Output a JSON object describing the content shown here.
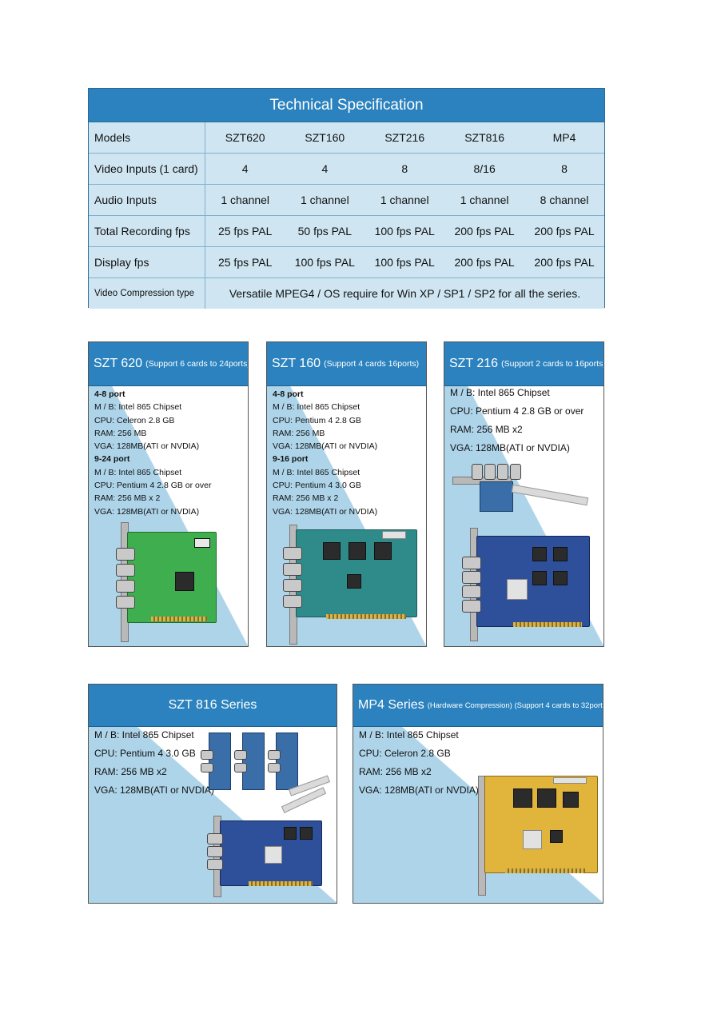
{
  "spec_table": {
    "title": "Technical Specification",
    "rows": [
      {
        "label": "Models",
        "values": [
          "SZT620",
          "SZT160",
          "SZT216",
          "SZT816",
          "MP4"
        ]
      },
      {
        "label": "Video Inputs (1 card)",
        "values": [
          "4",
          "4",
          "8",
          "8/16",
          "8"
        ]
      },
      {
        "label": "Audio Inputs",
        "values": [
          "1 channel",
          "1 channel",
          "1 channel",
          "1 channel",
          "8 channel"
        ]
      },
      {
        "label": "Total Recording fps",
        "values": [
          "25 fps PAL",
          "50 fps PAL",
          "100 fps PAL",
          "200 fps PAL",
          "200 fps PAL"
        ]
      },
      {
        "label": "Display fps",
        "values": [
          "25 fps PAL",
          "100 fps PAL",
          "100 fps PAL",
          "200 fps PAL",
          "200 fps PAL"
        ]
      }
    ],
    "compression": {
      "label": "Video Compression type",
      "value": "Versatile MPEG4 / OS require for Win XP / SP1 / SP2 for all the series."
    }
  },
  "panels": {
    "szt620": {
      "title": "SZT 620",
      "subtitle": "(Support 6 cards to 24ports)",
      "group1": {
        "heading": "4-8 port",
        "lines": [
          "M / B: Intel 865 Chipset",
          "CPU: Celeron 2.8 GB",
          "RAM: 256 MB",
          "VGA: 128MB(ATI or NVDIA)"
        ]
      },
      "group2": {
        "heading": "9-24 port",
        "lines": [
          "M / B: Intel 865 Chipset",
          "CPU: Pentium 4 2.8 GB or over",
          "RAM: 256 MB x 2",
          "VGA: 128MB(ATI or NVDIA)"
        ]
      }
    },
    "szt160": {
      "title": "SZT 160",
      "subtitle": "(Support 4 cards 16ports)",
      "group1": {
        "heading": "4-8 port",
        "lines": [
          "M / B: Intel 865 Chipset",
          "CPU: Pentium 4 2.8 GB",
          "RAM: 256 MB",
          "VGA: 128MB(ATI or NVDIA)"
        ]
      },
      "group2": {
        "heading": "9-16 port",
        "lines": [
          "M / B: Intel 865 Chipset",
          "CPU: Pentium 4 3.0 GB",
          "RAM: 256 MB x 2",
          "VGA: 128MB(ATI or NVDIA)"
        ]
      }
    },
    "szt216": {
      "title": "SZT 216",
      "subtitle": "(Support 2 cards to 16ports)",
      "lines": [
        "M / B: Intel 865 Chipset",
        "CPU: Pentium 4 2.8 GB or over",
        "RAM: 256 MB x2",
        "VGA: 128MB(ATI or NVDIA)"
      ]
    },
    "szt816": {
      "title": "SZT 816 Series",
      "lines": [
        "M / B: Intel 865 Chipset",
        "CPU: Pentium 4 3.0 GB",
        "RAM: 256 MB x2",
        "VGA: 128MB(ATI or NVDIA)"
      ]
    },
    "mp4": {
      "title": "MP4 Series",
      "subtitle": "(Hardware Compression) (Support 4 cards to 32ports)",
      "lines": [
        "M / B: Intel 865 Chipset",
        "CPU: Celeron 2.8 GB",
        "RAM: 256 MB x2",
        "VGA: 128MB(ATI or NVDIA)"
      ]
    }
  },
  "colors": {
    "header_blue": "#2b82be",
    "table_bg": "#cfe6f2",
    "panel_diagonal": "#aed4e9",
    "pcb_green": "#3fae4f",
    "pcb_teal": "#2f8a8a",
    "pcb_blue": "#2e4f9a",
    "pcb_yellow": "#e1b53c"
  }
}
